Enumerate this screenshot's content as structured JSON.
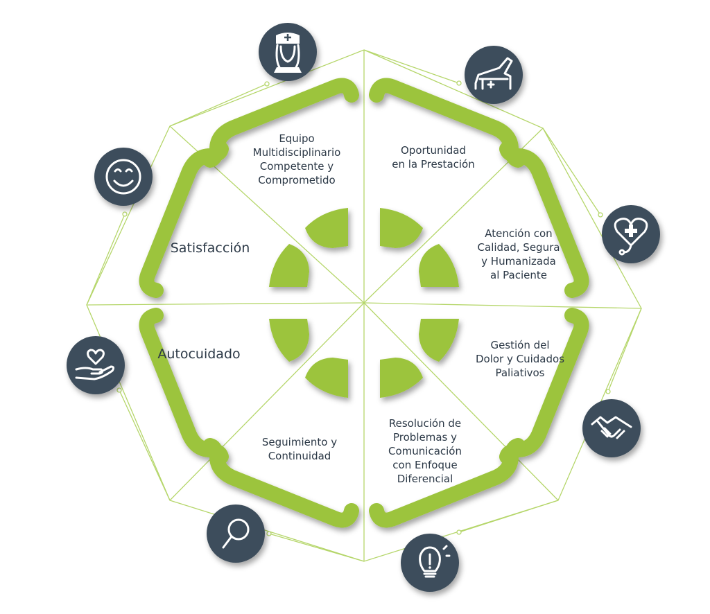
{
  "colors": {
    "accent": "#9cc43c",
    "icon_bg": "#3e4e5b",
    "text": "#2b3846",
    "line": "#b5d66a"
  },
  "segments": [
    {
      "id": "equipo",
      "icon": "nurse-icon",
      "lines": [
        "Equipo",
        "Multidisciplinario",
        "Competente y",
        "Comprometido"
      ]
    },
    {
      "id": "oportunidad",
      "icon": "recliner-chair-icon",
      "lines": [
        "Oportunidad",
        "en la Prestación"
      ]
    },
    {
      "id": "atencion",
      "icon": "heart-stethoscope-icon",
      "lines": [
        "Atención con",
        "Calidad, Segura",
        "y Humanizada",
        "al Paciente"
      ]
    },
    {
      "id": "gestion",
      "icon": "handshake-icon",
      "lines": [
        "Gestión del",
        "Dolor y Cuidados",
        "Paliativos"
      ]
    },
    {
      "id": "resolucion",
      "icon": "lightbulb-icon",
      "lines": [
        "Resolución de",
        "Problemas y",
        "Comunicación",
        "con Enfoque",
        "Diferencial"
      ]
    },
    {
      "id": "seguimiento",
      "icon": "magnifier-icon",
      "lines": [
        "Seguimiento y",
        "Continuidad"
      ]
    },
    {
      "id": "autocuidado",
      "icon": "hand-heart-icon",
      "lines": [
        "Autocuidado"
      ]
    },
    {
      "id": "satisfaccion",
      "icon": "smiley-icon",
      "lines": [
        "Satisfacción"
      ]
    }
  ]
}
